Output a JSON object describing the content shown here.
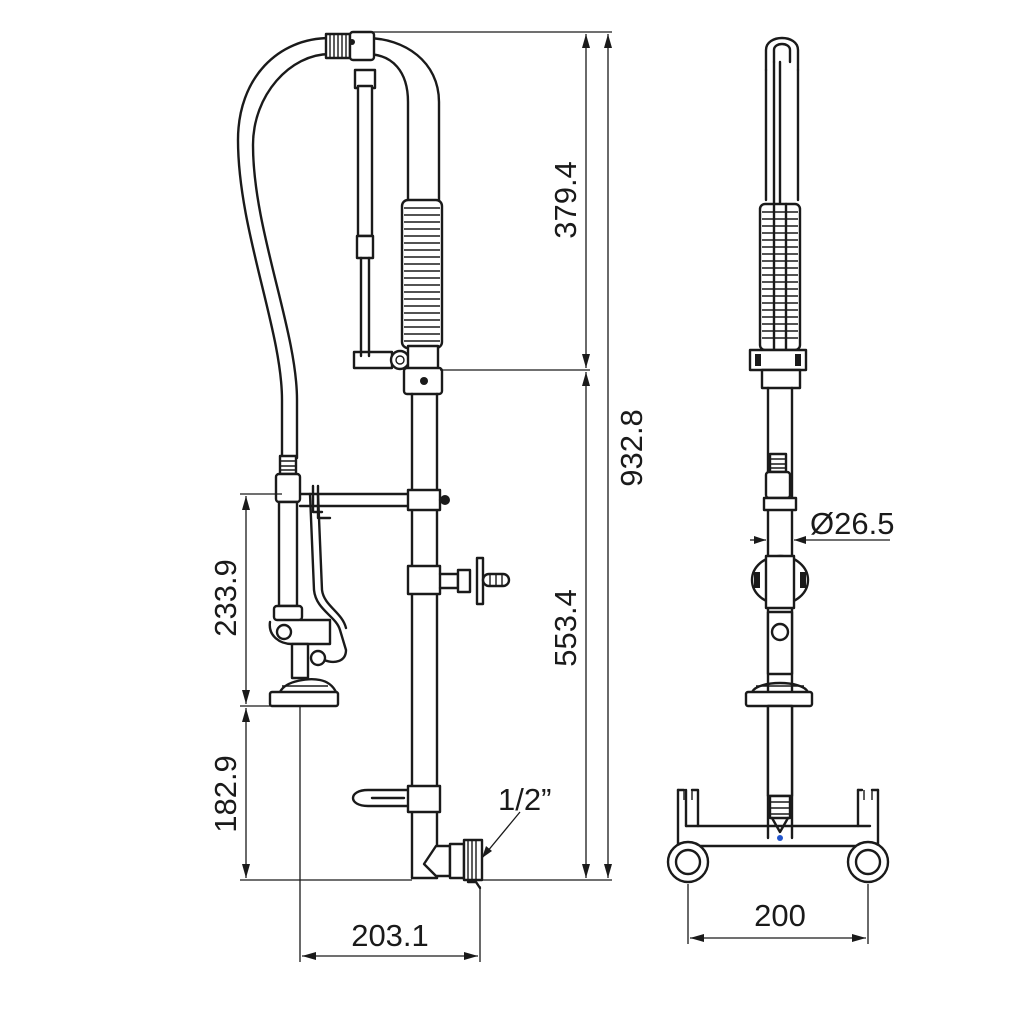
{
  "dimensions": {
    "total_height": "932.8",
    "upper_section": "379.4",
    "lower_section": "553.4",
    "sprayer_length": "233.9",
    "sprayer_to_base": "182.9",
    "reach": "203.1",
    "pipe_diameter": "Ø26.5",
    "inlet_spacing": "200",
    "inlet_thread": "1/2”"
  },
  "colors": {
    "line": "#1a1a1a",
    "background": "#ffffff",
    "marker": "#2255cc"
  }
}
